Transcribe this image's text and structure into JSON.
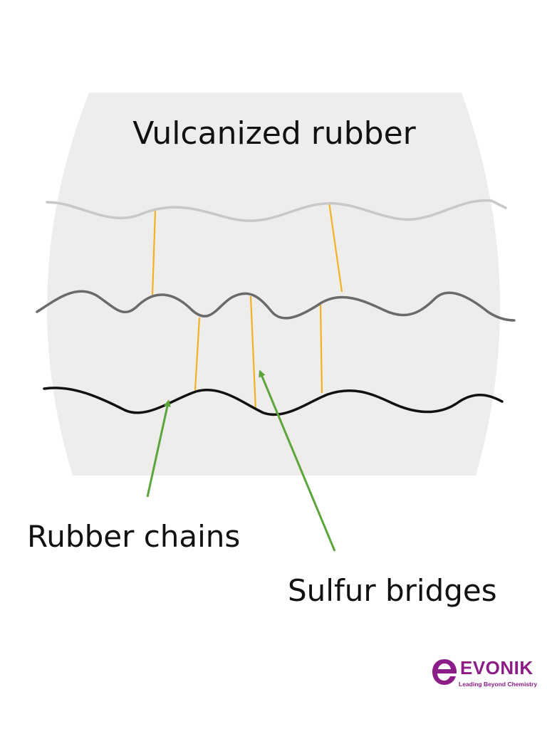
{
  "diagram": {
    "title": "Vulcanized rubber",
    "labels": {
      "rubber_chains": "Rubber chains",
      "sulfur_bridges": "Sulfur bridges"
    },
    "colors": {
      "background_panel": "#eeedeb",
      "chain_light": "#c8c8c8",
      "chain_medium": "#6a6a6a",
      "chain_dark": "#111111",
      "sulfur_bridge": "#f2b124",
      "arrow": "#5aa63c"
    }
  },
  "logo": {
    "name": "EVONIK",
    "tagline": "Leading Beyond Chemistry",
    "color": "#8c1d87"
  }
}
